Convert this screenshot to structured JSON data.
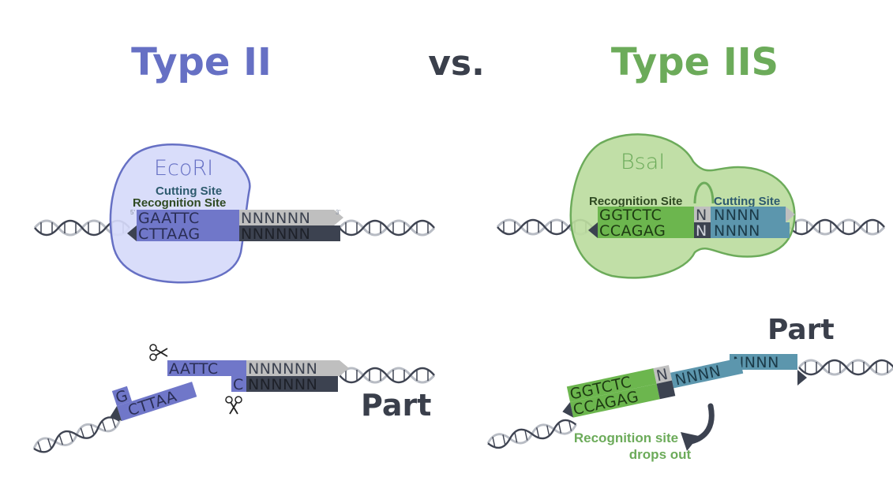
{
  "titles": {
    "left": "Type II",
    "middle": "vs.",
    "right": "Type IIS"
  },
  "colors": {
    "type2": "#6670c4",
    "type2_light": "#d6dafa",
    "type2_seq": "#7077c9",
    "type2s": "#6cab5a",
    "type2s_light": "#bcdc9f",
    "type2s_seq": "#6cb64e",
    "teal": "#5c96ad",
    "gray_seq": "#bfbfbf",
    "dark_seq": "#3c4250",
    "text_dark": "#3a3f4b"
  },
  "type2": {
    "enzyme": "EcoRI",
    "cutting_site": "Cutting Site",
    "recognition_site": "Recognition Site",
    "top_site": "GAATTC",
    "top_n": "NNNNNN",
    "bottom_site": "CTTAAG",
    "bottom_n": "NNNNNN",
    "cut_top_site": "AATTC",
    "cut_top_n": "NNNNNN",
    "cut_bottom_site": "C",
    "cut_bottom_n": "NNNNNN",
    "frag_top": "G",
    "frag_bottom": "CTTAA",
    "part_label": "Part"
  },
  "type2s": {
    "enzyme": "BsaI",
    "recognition_site": "Recognition Site",
    "cutting_site": "Cutting Site",
    "top_site": "GGTCTC",
    "top_n1": "N",
    "top_n4": "NNNN",
    "bottom_site": "CCAGAG",
    "bottom_n1": "N",
    "bottom_n4": "NNNN",
    "frag_top_site": "GGTCTC",
    "frag_top_n": "N",
    "frag_bottom_site": "CCAGAG",
    "frag_bottom_n": "NNNN",
    "part_top": "NNNN",
    "part_label": "Part",
    "drop_line1": "Recognition site",
    "drop_line2": "drops out"
  },
  "strand_ends": {
    "five": "5'",
    "three": "3'"
  }
}
